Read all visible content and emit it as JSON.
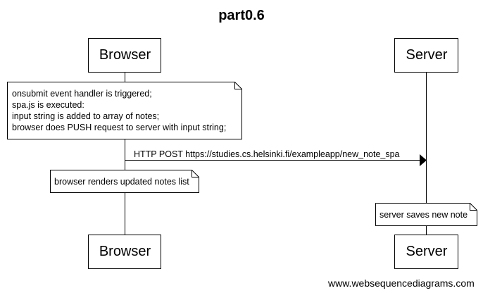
{
  "title": "part0.6",
  "participants": {
    "browser": "Browser",
    "server": "Server"
  },
  "notes": {
    "submit_lines": [
      "onsubmit event handler is triggered;",
      "spa.js is executed:",
      "input string is added to array of notes;",
      "browser does PUSH request to server with input string;"
    ],
    "render": "browser renders updated notes list",
    "save": "server saves new note"
  },
  "message": {
    "label": "HTTP POST https://studies.cs.helsinki.fi/exampleapp/new_note_spa"
  },
  "footer": "www.websequencediagrams.com"
}
